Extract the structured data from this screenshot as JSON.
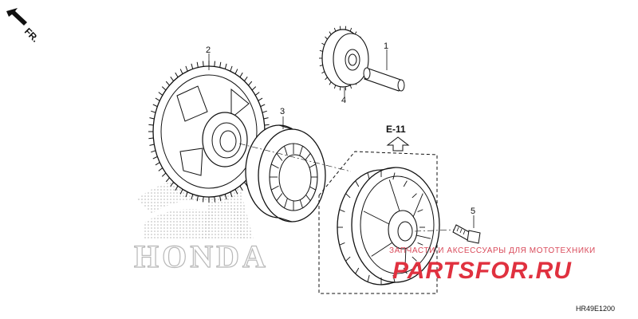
{
  "direction": {
    "label": "FR.",
    "icon": "front-direction-arrow-icon"
  },
  "callouts": [
    "1",
    "2",
    "3",
    "4",
    "5"
  ],
  "reference": {
    "label": "E-11",
    "icon": "up-arrow-icon"
  },
  "brand_watermark": "HONDA",
  "site_watermark": {
    "tagline": "ЗАПЧАСТИ И АКСЕССУАРЫ ДЛЯ МОТОТЕХНИКИ",
    "name": "PARTSFOR.RU"
  },
  "diagram_code": "HR49E1200",
  "colors": {
    "line": "#111111",
    "watermark_red": "#e0313f",
    "watermark_gray": "#b8b8b8"
  }
}
